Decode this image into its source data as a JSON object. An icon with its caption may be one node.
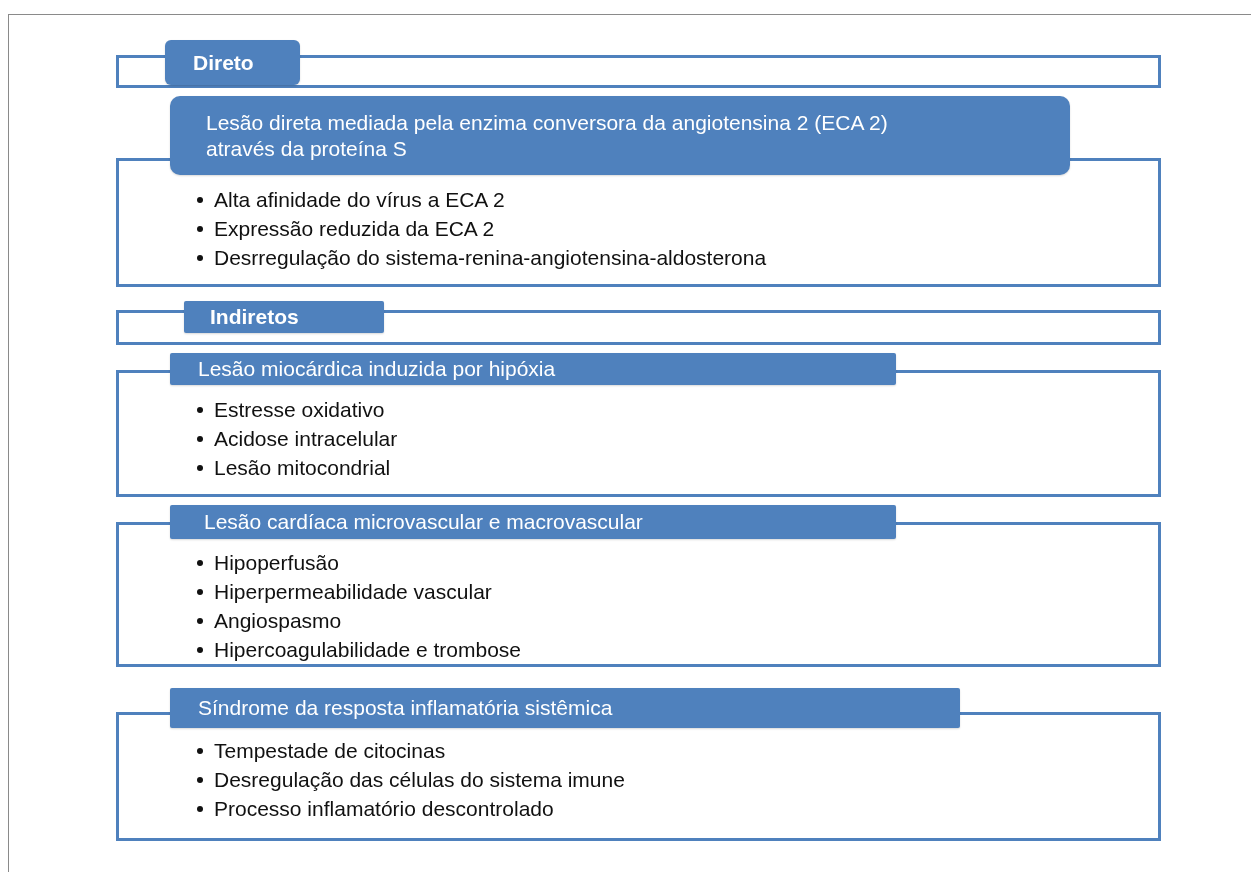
{
  "diagram": {
    "nodes": [
      {
        "text": [
          "Direto"
        ]
      },
      {
        "text": [
          "Lesão direta mediada pela enzima conversora da angiotensina 2 (ECA 2) através da proteína S",
          "Alta afinidade do vírus a ECA 2",
          "Expressão reduzida da ECA 2",
          "Desrregulação do sistema-renina-angiotensina-aldosterona"
        ]
      },
      {
        "text": [
          "Indiretos"
        ]
      },
      {
        "text": [
          "Lesão miocárdica induzida por hipóxia",
          "Estresse oxidativo",
          "Acidose intracelular",
          "Lesão mitocondrial"
        ]
      },
      {
        "text": [
          "Lesão cardíaca microvascular e macrovascular",
          "Hipoperfusão",
          "Hiperpermeabilidade vascular",
          "Angiospasmo",
          "Hipercoagulabilidade e trombose"
        ]
      },
      {
        "text": [
          "Síndrome da resposta inflamatória sistêmica",
          "Tempestade de citocinas",
          "Desregulação das células do sistema imune",
          "Processo inflamatório descontrolado"
        ]
      }
    ]
  }
}
